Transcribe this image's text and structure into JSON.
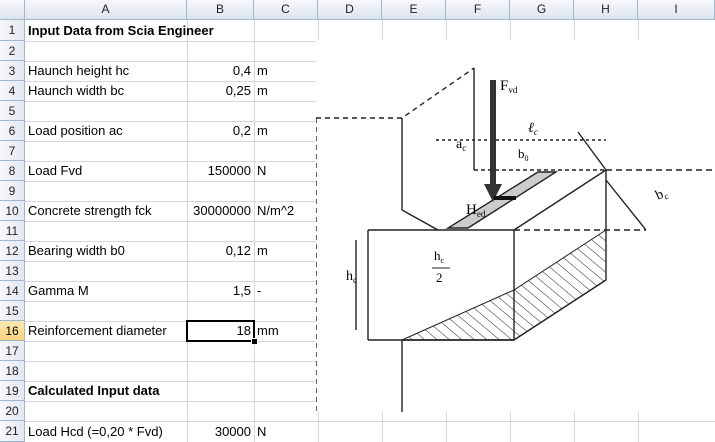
{
  "columns": [
    "A",
    "B",
    "C",
    "D",
    "E",
    "F",
    "G",
    "H",
    "I"
  ],
  "rows": [
    "1",
    "2",
    "3",
    "4",
    "5",
    "6",
    "7",
    "8",
    "9",
    "10",
    "11",
    "12",
    "13",
    "14",
    "15",
    "16",
    "17",
    "18",
    "19",
    "20",
    "21"
  ],
  "cells": {
    "r1a": "Input Data from Scia Engineer",
    "r3a": "Haunch height hc",
    "r3b": "0,4",
    "r3c": "m",
    "r4a": "Haunch width bc",
    "r4b": "0,25",
    "r4c": "m",
    "r6a": "Load position ac",
    "r6b": "0,2",
    "r6c": "m",
    "r8a": "Load Fvd",
    "r8b": "150000",
    "r8c": "N",
    "r10a": "Concrete strength fck",
    "r10b": "30000000",
    "r10c": "N/m^2",
    "r12a": "Bearing width b0",
    "r12b": "0,12",
    "r12c": "m",
    "r14a": "Gamma M",
    "r14b": "1,5",
    "r14c": "-",
    "r16a": "Reinforcement diameter",
    "r16b": "18",
    "r16c": "mm",
    "r19a": "Calculated Input data",
    "r21a": "Load Hcd (=0,20 * Fvd)",
    "r21b": "30000",
    "r21c": "N"
  },
  "diagram_labels": {
    "fvd": "F",
    "fvd_sub": "vd",
    "ac": "a",
    "ac_sub": "c",
    "lc": "ℓ",
    "lc_sub": "c",
    "b0": "b",
    "b0_sub": "0",
    "hed": "H",
    "hed_sub": "ed",
    "bc": "b",
    "bc_sub": "c",
    "hc": "h",
    "hc_sub": "c",
    "hc_half": "h",
    "hc_half_sub": "c",
    "half_den": "2"
  },
  "colors": {
    "grid": "#d0d7e5",
    "header": "#dde4ee",
    "active_header": "#f9d27a"
  }
}
